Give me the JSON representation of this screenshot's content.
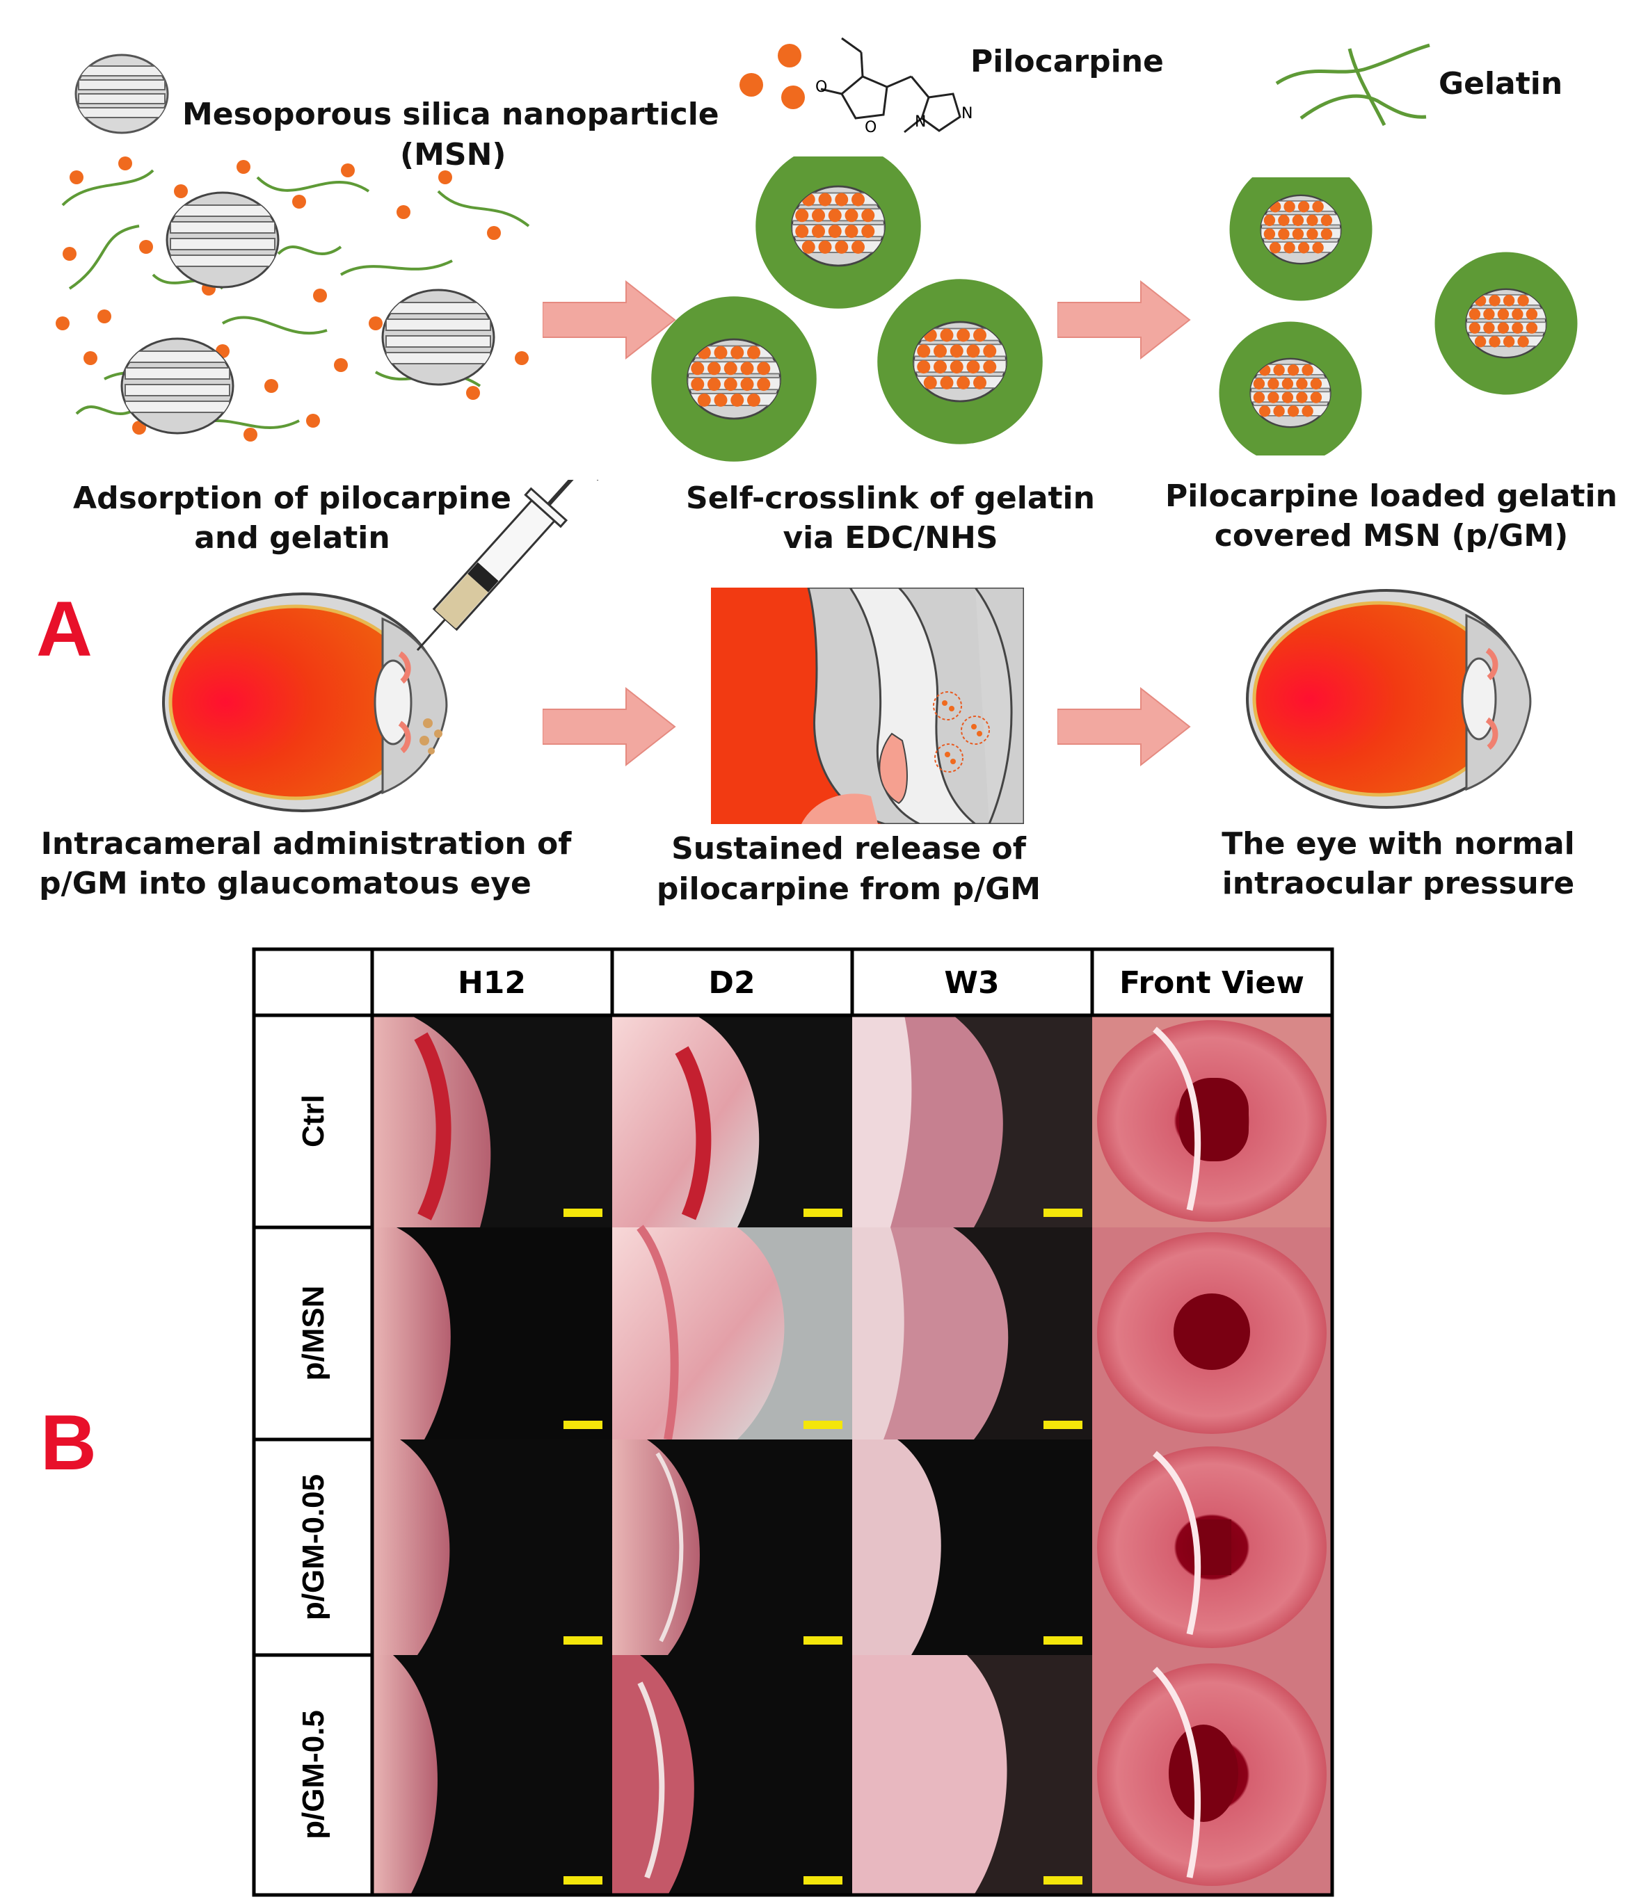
{
  "panel_a": {
    "letter": "A",
    "legend": {
      "msn": "Mesoporous silica nanoparticle",
      "msn_abbr": "(MSN)",
      "pilocarpine": "Pilocarpine",
      "gelatin": "Gelatin"
    },
    "steps_top": [
      {
        "line1": "Adsorption of pilocarpine",
        "line2": "and gelatin"
      },
      {
        "line1": "Self-crosslink of gelatin",
        "line2": "via EDC/NHS"
      },
      {
        "line1": "Pilocarpine loaded gelatin",
        "line2": "covered MSN (p/GM)"
      }
    ],
    "steps_bottom": [
      {
        "line1": "Intracameral administration of",
        "line2": "p/GM into glaucomatous eye"
      },
      {
        "line1": "Sustained release of",
        "line2": "pilocarpine from  p/GM"
      },
      {
        "line1": "The eye with normal",
        "line2": "intraocular pressure"
      }
    ]
  },
  "panel_b": {
    "letter": "B",
    "columns": [
      "H12",
      "D2",
      "W3",
      "Front View"
    ],
    "rows": [
      "Ctrl",
      "p/MSN",
      "p/GM-0.05",
      "p/GM-0.5"
    ]
  },
  "colors": {
    "accent_red": "#e8102a",
    "drug_orange": "#f06a1e",
    "gelatin_green": "#5e9a36",
    "arrow_pink": "#f2a8a0",
    "eye_red": "#f23a12",
    "scale_bar": "#f4e60a"
  }
}
